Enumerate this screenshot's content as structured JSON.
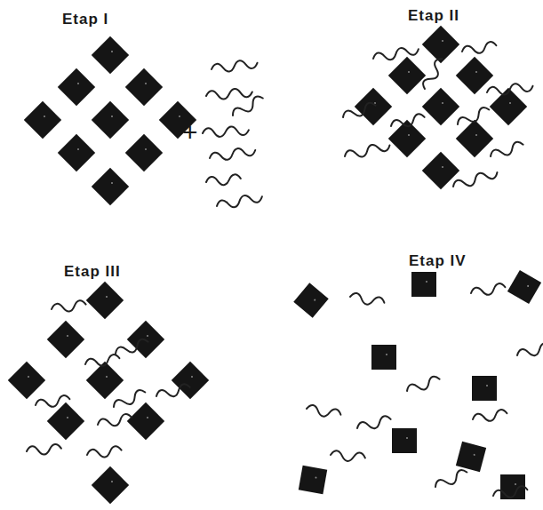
{
  "diagram": {
    "labels": [
      "Etap I",
      "+",
      "Etap II",
      "Etap III",
      "Etap IV"
    ]
  }
}
